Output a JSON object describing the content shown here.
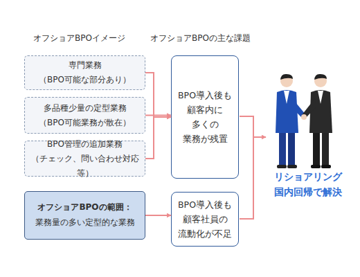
{
  "diagram": {
    "nodes": [
      {
        "text": [
          "専門業務",
          "（BPO可能な部分あり）"
        ]
      },
      {
        "text": [
          "多品種少量の定型業務",
          "（BPO可能業務が散在）"
        ]
      },
      {
        "text": [
          "BPO管理の追加業務",
          "（チェック、問い合わせ対応等）"
        ]
      },
      {
        "text": [
          "オフショアBPOの範囲：",
          "業務量の多い定型的な業務"
        ]
      },
      {
        "text": [
          "BPO導入後も 顧客内に 多くの 業務が残置"
        ]
      },
      {
        "text": [
          "BPO導入後も 顧客社員の 流動化が不足"
        ]
      }
    ],
    "edges": [
      {
        "from": 0,
        "to": 4,
        "arrow": "to"
      },
      {
        "from": 1,
        "to": 4,
        "arrow": "to"
      },
      {
        "from": 2,
        "to": 4,
        "arrow": "to"
      },
      {
        "from": 3,
        "to": 5,
        "arrow": "to"
      }
    ],
    "labels": [
      "オフショアBPOイメージ",
      "オフショアBPOの主な課題",
      "リショアリング 国内回帰で解決"
    ]
  }
}
